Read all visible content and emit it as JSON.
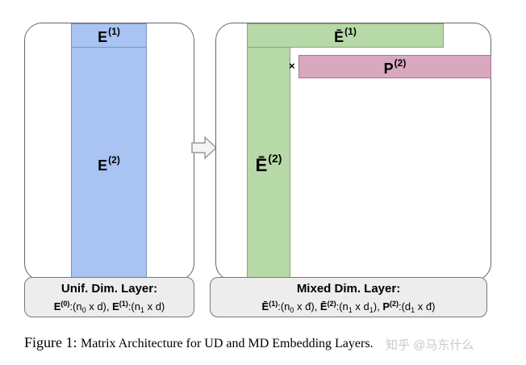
{
  "left": {
    "top_matrix": {
      "base": "E",
      "sup": "(1)"
    },
    "main_matrix": {
      "base": "E",
      "sup": "(2)"
    },
    "caption": {
      "title": "Unif. Dim. Layer:",
      "m0_base": "E",
      "m0_sup": "(0)",
      "m0_dims_a": ":(n",
      "m0_sub": "0",
      "m0_dims_b": " x d), ",
      "m1_base": "E",
      "m1_sup": "(1)",
      "m1_dims_a": ":(n",
      "m1_sub": "1",
      "m1_dims_b": " x d)"
    }
  },
  "right": {
    "top_matrix": {
      "base": "Ē",
      "sup": "(1)"
    },
    "main_matrix": {
      "base": "Ē",
      "sup": "(2)"
    },
    "proj_matrix": {
      "base": "P",
      "sup": "(2)"
    },
    "times_symbol": "×",
    "caption": {
      "title": "Mixed Dim. Layer:",
      "a_base": "Ē",
      "a_sup": "(1)",
      "a_dims_a": ":(n",
      "a_sub": "0",
      "a_dims_b": " x đ), ",
      "b_base": "Ē",
      "b_sup": "(2)",
      "b_dims_a": ":(n",
      "b_sub": "1",
      "b_dims_b": " x d",
      "b_sub2": "1",
      "b_dims_c": "), ",
      "c_base": "P",
      "c_sup": "(2)",
      "c_dims_a": ":(d",
      "c_sub": "1",
      "c_dims_b": " x đ)"
    }
  },
  "figure_caption": {
    "label": "Figure 1:",
    "text": "Matrix Architecture for UD and MD Embedding Layers."
  },
  "watermark": "知乎 @马东什么",
  "colors": {
    "blue": "#a9c3f2",
    "green": "#b7d9a8",
    "pink": "#d9a8bf",
    "caption_bg": "#ededed"
  }
}
